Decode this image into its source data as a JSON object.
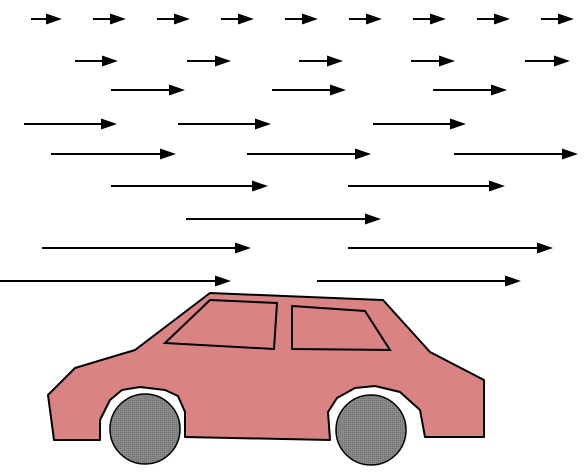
{
  "figure": {
    "subject": "car",
    "colors": {
      "background": "#ffffff",
      "arrow": "#000000",
      "car_body": "#d98383",
      "car_outline": "#000000",
      "window": "#d98383",
      "wheel": "#8c8c8c"
    },
    "arrow_rows": [
      {
        "row": 1,
        "count": 9
      },
      {
        "row": 2,
        "count": 5
      },
      {
        "row": 3,
        "count": 3
      },
      {
        "row": 4,
        "count": 3
      },
      {
        "row": 5,
        "count": 3
      },
      {
        "row": 6,
        "count": 2
      },
      {
        "row": 7,
        "count": 1
      },
      {
        "row": 8,
        "count": 2
      },
      {
        "row": 9,
        "count": 2
      }
    ],
    "wheels": 2,
    "windows": 2
  }
}
